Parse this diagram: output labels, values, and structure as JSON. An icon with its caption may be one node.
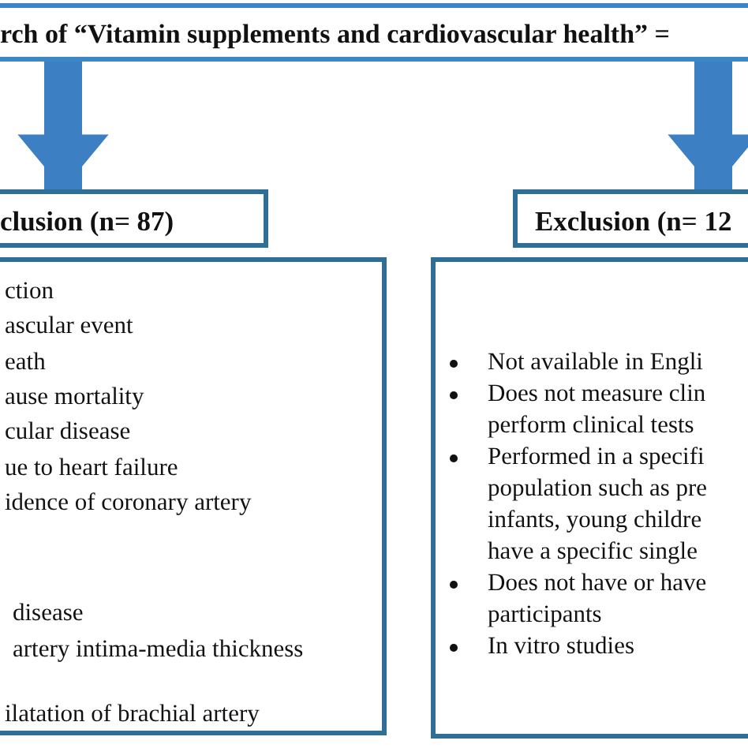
{
  "diagram": {
    "nodes": [
      {
        "text": [
          "rch of “Vitamin supplements and cardiovascular health” ="
        ]
      },
      {
        "text": [
          "clusion (n= 87)"
        ]
      },
      {
        "text": [
          "Exclusion (n= 12"
        ]
      },
      {
        "text": [
          "ction",
          "ascular event",
          "eath",
          "ause mortality",
          "cular disease",
          "ue to heart failure",
          "idence of coronary artery",
          "disease",
          "artery intima-media thickness",
          "ilatation of brachial artery"
        ]
      },
      {
        "text": [
          "Not available in Engli",
          "Does not measure clin perform clinical tests",
          "Performed in a specifi population such as pre infants, young childre have a specific single",
          "Does not have or have participants",
          "In vitro studies"
        ]
      }
    ],
    "edges": [
      {
        "from": 0,
        "to": 1,
        "arrow": "to"
      },
      {
        "from": 0,
        "to": 2,
        "arrow": "to"
      }
    ]
  }
}
